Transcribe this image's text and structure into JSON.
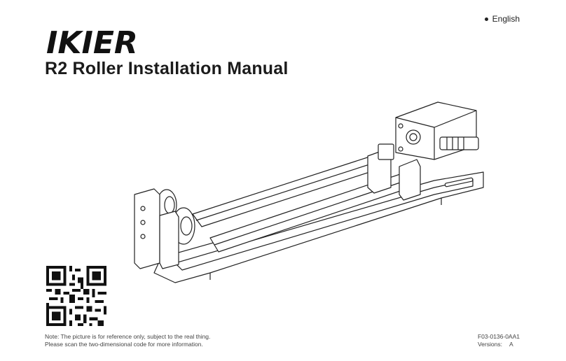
{
  "header": {
    "language": "English",
    "brand": "IKIER",
    "title": "R2 Roller Installation Manual"
  },
  "figure": {
    "icon": "roller-illustration-icon"
  },
  "qr": {
    "icon": "qr-code-icon"
  },
  "footer": {
    "note_line1": "Note: The picture is for reference only, subject to the real thing.",
    "note_line2": "Please scan the two-dimensional code for more information.",
    "doc_code": "F03-0136-0AA1",
    "version_label": "Versions:",
    "version_value": "A"
  },
  "colors": {
    "text": "#1b1b1b",
    "line": "#222222"
  }
}
